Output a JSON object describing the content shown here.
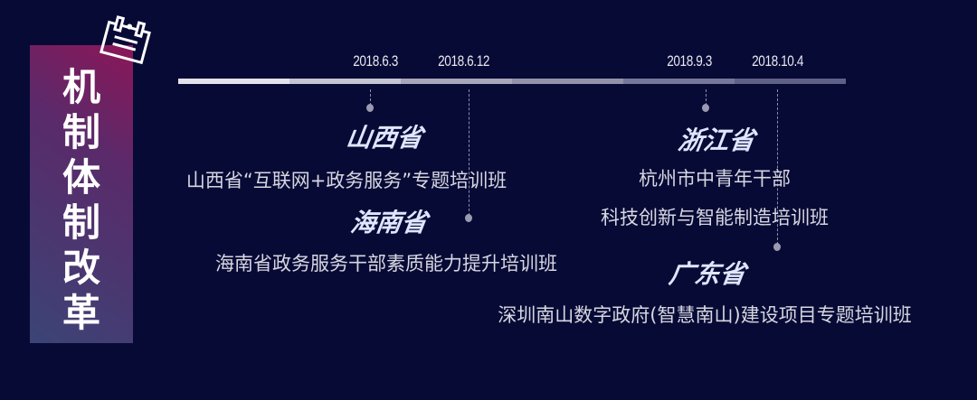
{
  "title": [
    "机",
    "制",
    "体",
    "制",
    "改",
    "革"
  ],
  "timeline": {
    "dates": [
      "2018.6.3",
      "2018.6.12",
      "2018.9.3",
      "2018.10.4"
    ],
    "segment_colors": [
      "#e2e2ea",
      "#c4c5d2",
      "#a6a7ba",
      "#9293aa",
      "#76789a",
      "#5e6088"
    ]
  },
  "events": [
    {
      "province": "山西省",
      "lines": [
        "山西省“互联网+政务服务”专题培训班"
      ]
    },
    {
      "province": "海南省",
      "lines": [
        "海南省政务服务干部素质能力提升培训班"
      ]
    },
    {
      "province": "浙江省",
      "lines": [
        "杭州市中青年干部",
        "科技创新与智能制造培训班"
      ]
    },
    {
      "province": "广东省",
      "lines": [
        "深圳南山数字政府(智慧南山)建设项目专题培训班"
      ]
    }
  ]
}
